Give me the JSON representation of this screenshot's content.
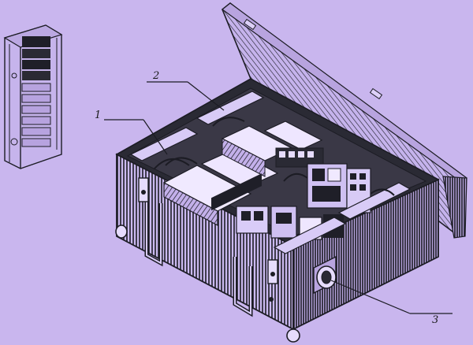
{
  "figure": {
    "background_color": "#c9b6ee",
    "ink_color": "#1c1c24",
    "callouts": [
      {
        "id": "1",
        "label": "1"
      },
      {
        "id": "2",
        "label": "2"
      },
      {
        "id": "3",
        "label": "3"
      }
    ],
    "parts": [
      "cabinet-rack",
      "equipment-case",
      "open-lid",
      "relay-units",
      "cable-connector",
      "carry-handles",
      "latches",
      "feet"
    ]
  }
}
